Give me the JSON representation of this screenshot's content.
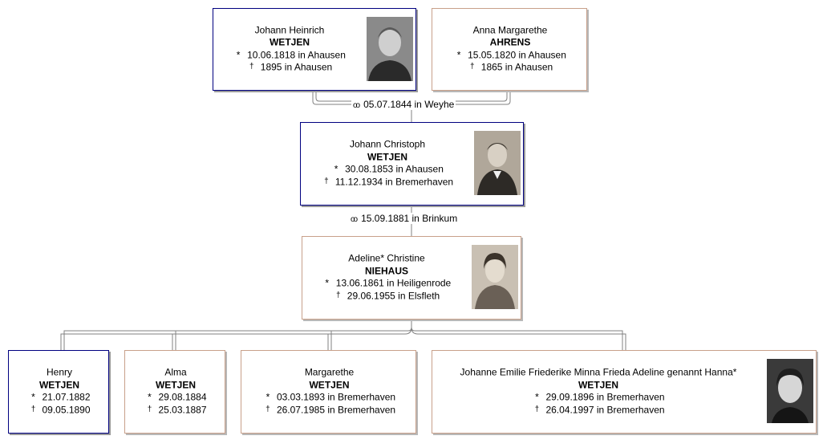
{
  "symbols": {
    "birth": "*",
    "death": "†",
    "marriage": "oo"
  },
  "father": {
    "given": "Johann Heinrich",
    "surname": "WETJEN",
    "birth": "10.06.1818 in Ahausen",
    "death": "1895 in Ahausen"
  },
  "mother": {
    "given": "Anna Margarethe",
    "surname": "AHRENS",
    "birth": "15.05.1820 in Ahausen",
    "death": "1865 in Ahausen"
  },
  "parents_marriage": "05.07.1844 in Weyhe",
  "person": {
    "given": "Johann Christoph",
    "surname": "WETJEN",
    "birth": "30.08.1853 in Ahausen",
    "death": "11.12.1934 in Bremerhaven"
  },
  "couple_marriage": "15.09.1881 in Brinkum",
  "spouse": {
    "given": "Adeline* Christine",
    "surname": "NIEHAUS",
    "birth": "13.06.1861 in Heiligenrode",
    "death": "29.06.1955 in Elsfleth"
  },
  "children": [
    {
      "given": "Henry",
      "surname": "WETJEN",
      "birth": "21.07.1882",
      "death": "09.05.1890"
    },
    {
      "given": "Alma",
      "surname": "WETJEN",
      "birth": "29.08.1884",
      "death": "25.03.1887"
    },
    {
      "given": "Margarethe",
      "surname": "WETJEN",
      "birth": "03.03.1893 in Bremerhaven",
      "death": "26.07.1985 in Bremerhaven"
    },
    {
      "given": "Johanne Emilie Friederike Minna Frieda Adeline genannt Hanna*",
      "surname": "WETJEN",
      "birth": "29.09.1896 in Bremerhaven",
      "death": "26.04.1997 in Bremerhaven"
    }
  ],
  "colors": {
    "male_border": "#000080",
    "female_border": "#c8a08a",
    "connector": "#808080"
  }
}
